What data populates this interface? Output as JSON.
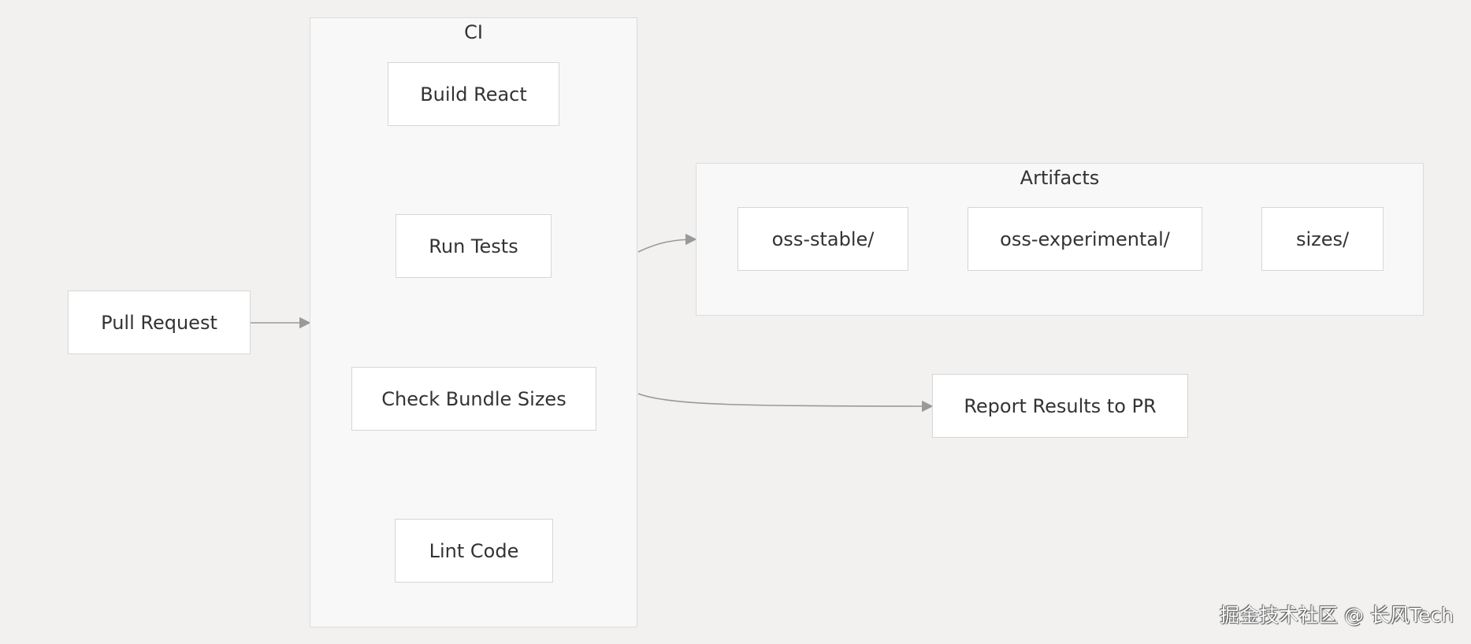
{
  "diagram": {
    "clusters": {
      "ci": {
        "title": "CI"
      },
      "artifacts": {
        "title": "Artifacts"
      }
    },
    "nodes": {
      "pull_request": "Pull Request",
      "build_react": "Build React",
      "run_tests": "Run Tests",
      "check_bundle_sizes": "Check Bundle Sizes",
      "lint_code": "Lint Code",
      "oss_stable": "oss-stable/",
      "oss_experimental": "oss-experimental/",
      "sizes": "sizes/",
      "report_results": "Report Results to PR"
    },
    "edges": [
      {
        "from": "pull_request",
        "to": "ci"
      },
      {
        "from": "build_react",
        "to": "run_tests"
      },
      {
        "from": "run_tests",
        "to": "check_bundle_sizes"
      },
      {
        "from": "check_bundle_sizes",
        "to": "lint_code"
      },
      {
        "from": "ci",
        "to": "artifacts"
      },
      {
        "from": "ci",
        "to": "report_results"
      }
    ],
    "colors": {
      "edge": "#999999",
      "node_fill": "#ffffff",
      "cluster_fill": "#f8f8f8",
      "background": "#f2f1ef"
    }
  },
  "watermark": "掘金技术社区 @ 长风Tech"
}
